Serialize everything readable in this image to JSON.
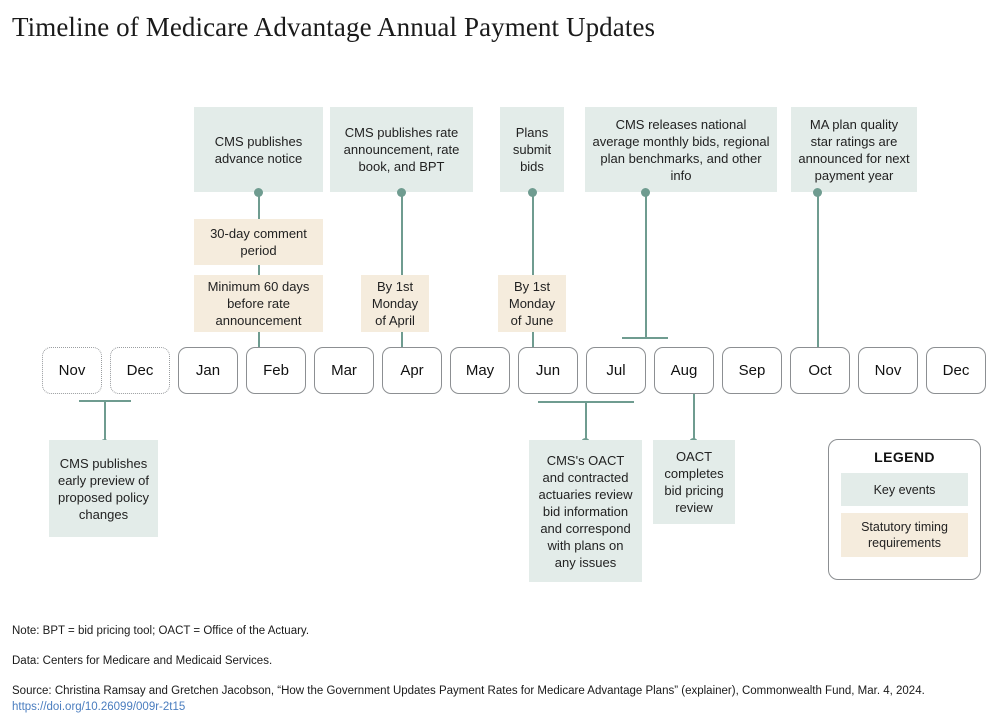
{
  "title": "Timeline of Medicare Advantage Annual Payment Updates",
  "timeline": {
    "months": [
      {
        "label": "Nov",
        "style": "dotted"
      },
      {
        "label": "Dec",
        "style": "dotted"
      },
      {
        "label": "Jan",
        "style": "solid"
      },
      {
        "label": "Feb",
        "style": "solid"
      },
      {
        "label": "Mar",
        "style": "solid"
      },
      {
        "label": "Apr",
        "style": "solid"
      },
      {
        "label": "May",
        "style": "solid"
      },
      {
        "label": "Jun",
        "style": "solid"
      },
      {
        "label": "Jul",
        "style": "solid"
      },
      {
        "label": "Aug",
        "style": "solid"
      },
      {
        "label": "Sep",
        "style": "solid"
      },
      {
        "label": "Oct",
        "style": "solid"
      },
      {
        "label": "Nov",
        "style": "solid"
      },
      {
        "label": "Dec",
        "style": "solid"
      }
    ]
  },
  "events_above": [
    {
      "text": "CMS publishes advance notice",
      "anchor": "Feb"
    },
    {
      "text": "CMS publishes rate announcement, rate book, and BPT",
      "anchor": "Apr"
    },
    {
      "text": "Plans submit bids",
      "anchor": "Jun"
    },
    {
      "text": "CMS releases national average monthly bids, regional plan benchmarks, and other info",
      "anchor": "Jul-Aug boundary"
    },
    {
      "text": "MA plan quality star ratings are announced for next payment year",
      "anchor": "Oct"
    }
  ],
  "statutory_above": [
    {
      "text": "30-day comment period",
      "anchor": "Feb"
    },
    {
      "text": "Minimum 60 days before rate announcement",
      "anchor": "Feb"
    },
    {
      "text": "By 1st Monday of April",
      "anchor": "Apr"
    },
    {
      "text": "By 1st Monday of June",
      "anchor": "Jun"
    }
  ],
  "events_below": [
    {
      "text": "CMS publishes early preview of proposed policy changes",
      "anchor": "Nov-Dec"
    },
    {
      "text": "CMS's OACT and contracted actuaries review bid information and correspond with plans on any issues",
      "anchor": "Jun-Jul"
    },
    {
      "text": "OACT completes bid pricing review",
      "anchor": "Aug"
    }
  ],
  "legend": {
    "title": "LEGEND",
    "key_events": "Key events",
    "statutory": "Statutory timing requirements"
  },
  "footer": {
    "note": "Note: BPT = bid pricing tool; OACT = Office of the Actuary.",
    "data": "Data: Centers for Medicare and Medicaid Services.",
    "source": "Source: Christina Ramsay and Gretchen Jacobson, “How the Government Updates Payment Rates for Medicare Advantage Plans” (explainer), Commonwealth Fund, Mar. 4, 2024.",
    "doi": "https://doi.org/10.26099/009r-2t15"
  },
  "colors": {
    "key_event_fill": "#e3ece9",
    "statutory_fill": "#f5ecdd",
    "connector": "#6f9c90",
    "chip_border": "#8c8f92",
    "link": "#4a7dbf"
  }
}
